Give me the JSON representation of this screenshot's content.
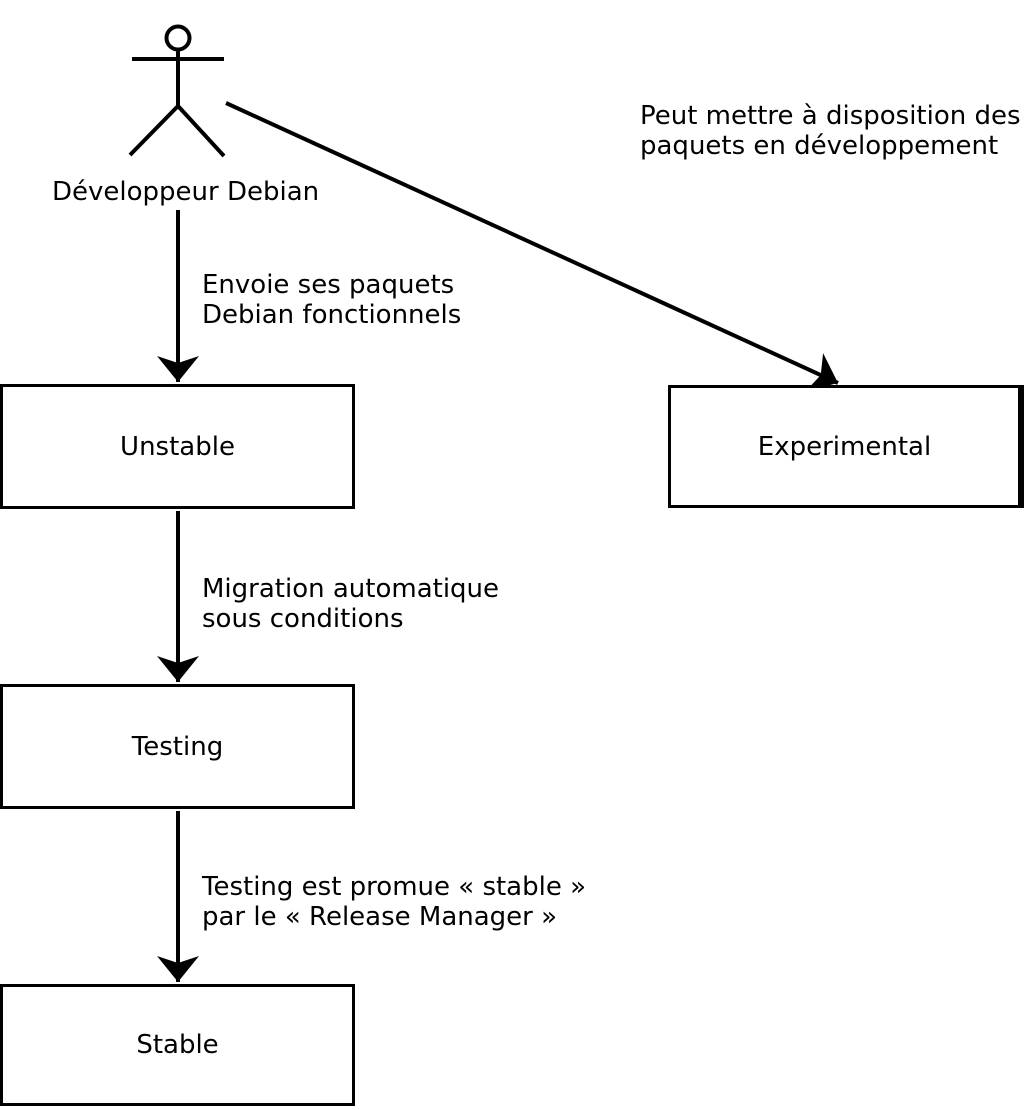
{
  "diagram": {
    "title_hint": "Debian package flow diagram",
    "colors": {
      "stroke": "#000000",
      "background": "#ffffff",
      "box_fill": "#ffffff",
      "text": "#000000"
    },
    "actor": {
      "label": "Développeur Debian"
    },
    "boxes": [
      {
        "id": "unstable",
        "label": "Unstable"
      },
      {
        "id": "experimental",
        "label": "Experimental"
      },
      {
        "id": "testing",
        "label": "Testing"
      },
      {
        "id": "stable",
        "label": "Stable"
      }
    ],
    "edges": [
      {
        "from": "developpeur-debian",
        "to": "unstable",
        "label_lines": [
          "Envoie ses paquets",
          "Debian fonctionnels"
        ]
      },
      {
        "from": "developpeur-debian",
        "to": "experimental",
        "label_lines": [
          "Peut mettre à disposition des",
          "paquets en développement"
        ]
      },
      {
        "from": "unstable",
        "to": "testing",
        "label_lines": [
          "Migration automatique",
          "sous conditions"
        ]
      },
      {
        "from": "testing",
        "to": "stable",
        "label_lines": [
          "Testing est promue « stable »",
          "par le « Release Manager »"
        ]
      }
    ]
  }
}
